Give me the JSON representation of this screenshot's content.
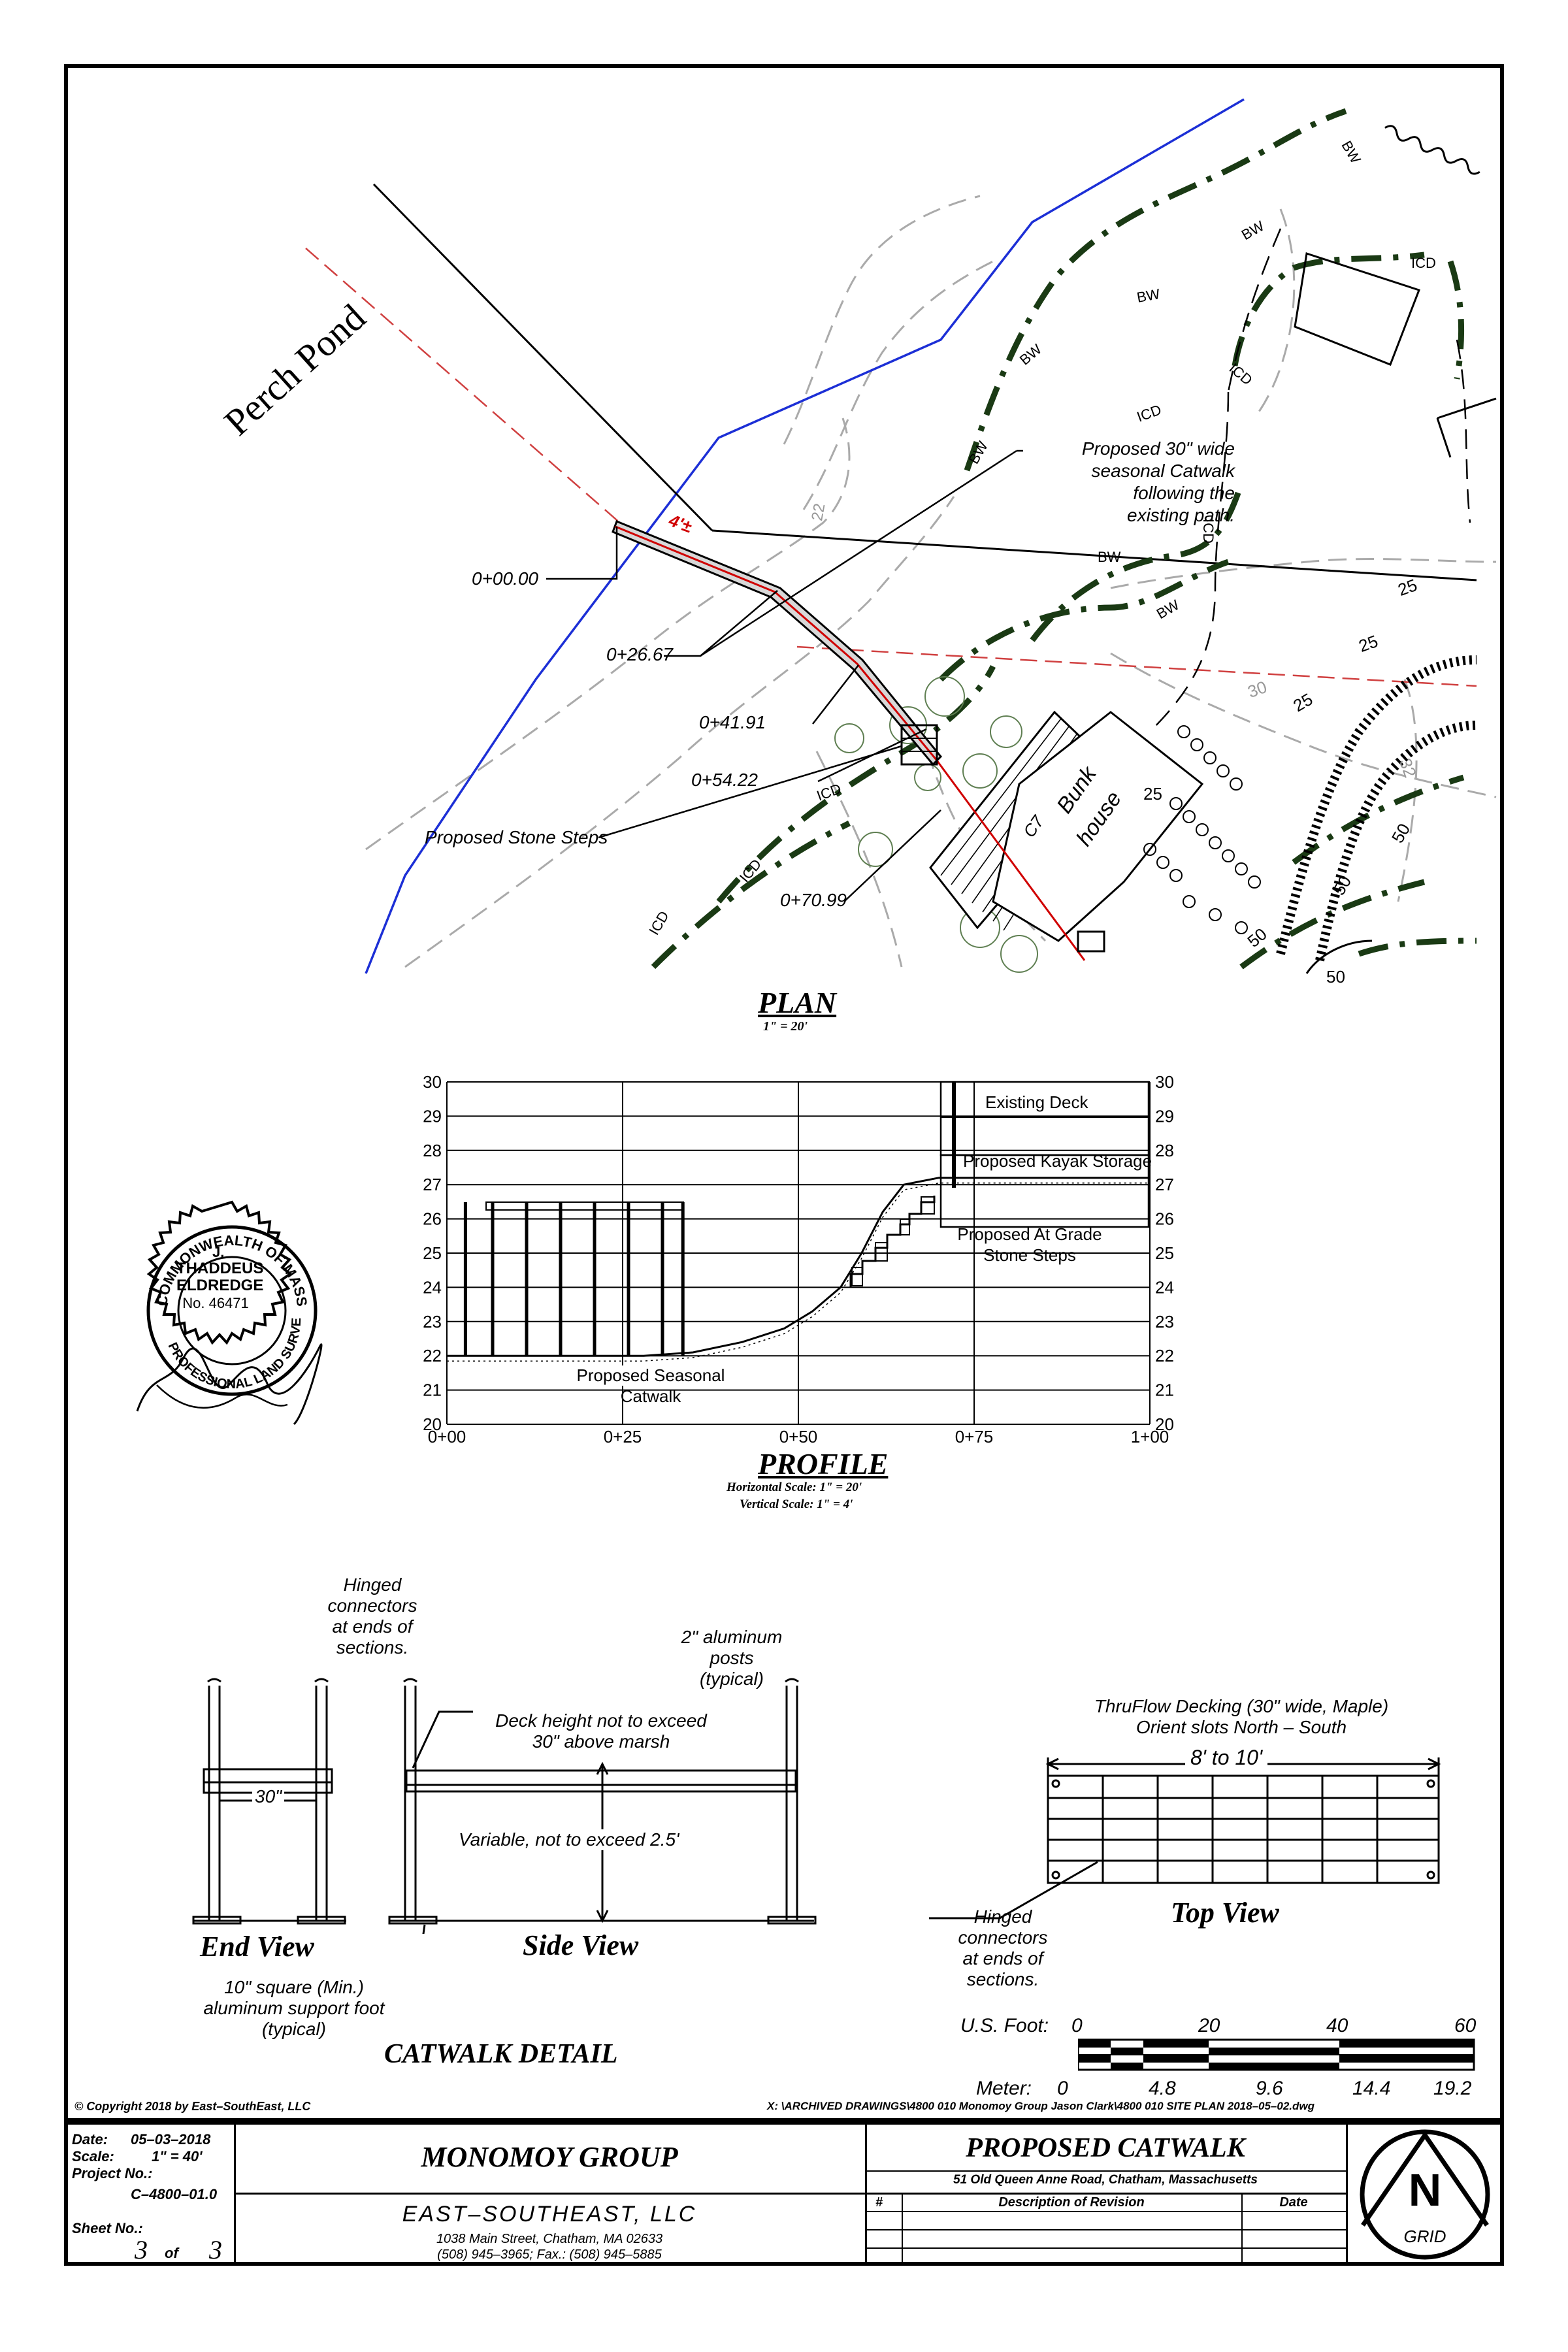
{
  "plan": {
    "pond_label": "Perch Pond",
    "callout_catwalk": "Proposed 30\" wide seasonal Catwalk following the existing path.",
    "callout_catwalk_lines": [
      "Proposed 30\" wide",
      "seasonal Catwalk",
      "following the",
      "existing path."
    ],
    "station_labels": [
      "0+00.00",
      "0+26.67",
      "0+41.91",
      "0+54.22",
      "0+70.99"
    ],
    "stone_steps_label": "Proposed Stone Steps",
    "bunkhouse_label_1": "Bunk",
    "bunkhouse_label_2": "house",
    "bunkhouse_num": "C7",
    "dim_label": "4'±",
    "contour_labels": [
      "22",
      "25",
      "25",
      "25",
      "25",
      "30",
      "32",
      "50",
      "50",
      "50",
      "50"
    ],
    "line_tags": [
      "BW",
      "BW",
      "BW",
      "BW",
      "BW",
      "BW",
      "BW",
      "ICD",
      "ICD",
      "ICD",
      "ICD",
      "ICD",
      "ICD",
      "ICD"
    ],
    "title": "PLAN",
    "scale": "1\" = 20'"
  },
  "profile": {
    "title": "PROFILE",
    "scale_h": "Horizontal Scale: 1\" = 20'",
    "scale_v": "Vertical Scale: 1\" = 4'",
    "existing_deck": "Existing Deck",
    "kayak_storage": "Proposed Kayak Storage",
    "stone_steps_1": "Proposed At Grade",
    "stone_steps_2": "Stone Steps",
    "catwalk_1": "Proposed Seasonal",
    "catwalk_2": "Catwalk"
  },
  "chart_data": {
    "type": "line",
    "title": "PROFILE",
    "xlabel": "",
    "ylabel": "",
    "x_tick_labels": [
      "0+00",
      "0+25",
      "0+50",
      "0+75",
      "1+00"
    ],
    "y_tick_labels": [
      "20",
      "21",
      "22",
      "23",
      "24",
      "25",
      "26",
      "27",
      "28",
      "29",
      "30"
    ],
    "xlim": [
      0,
      100
    ],
    "ylim": [
      20,
      30
    ],
    "grid": true,
    "series": [
      {
        "x": [
          0,
          10,
          20,
          28,
          35,
          42,
          48,
          52,
          56,
          59,
          62,
          65,
          70,
          80,
          100
        ],
        "y": [
          22,
          22,
          22,
          22,
          22.1,
          22.4,
          22.8,
          23.3,
          24,
          25,
          26.2,
          27,
          27.2,
          27.2,
          27.2
        ]
      }
    ]
  },
  "detail": {
    "title": "CATWALK DETAIL",
    "hinged_top_lines": [
      "Hinged",
      "connectors",
      "at ends of",
      "sections."
    ],
    "posts_lines": [
      "2\" aluminum",
      "posts",
      "(typical)"
    ],
    "deck_height_lines": [
      "Deck height not to exceed",
      "30\" above marsh"
    ],
    "variable": "Variable, not to exceed 2.5'",
    "end_width": "30\"",
    "end_view": "End View",
    "side_view": "Side View",
    "foot_lines": [
      "10\" square (Min.)",
      "aluminum support foot",
      "(typical)"
    ],
    "decking_lines": [
      "ThruFlow Decking (30\" wide, Maple)",
      "Orient slots North – South"
    ],
    "section_len": "8' to 10'",
    "top_view": "Top View",
    "hinged_right_lines": [
      "Hinged",
      "connectors",
      "at ends of",
      "sections."
    ]
  },
  "scale_bar": {
    "us_label": "U.S. Foot:",
    "us_ticks": [
      "0",
      "20",
      "40",
      "60"
    ],
    "m_label": "Meter:",
    "m_ticks": [
      "0",
      "4.8",
      "9.6",
      "14.4",
      "19.2"
    ]
  },
  "copyright": "Copyright 2018 by East–SouthEast, LLC",
  "file_path": "X: \\ARCHIVED DRAWINGS\\4800 010 Monomoy Group Jason Clark\\4800 010 SITE PLAN 2018–05–02.dwg",
  "seal": {
    "ring_text": "COMMONWEALTH OF MASSACHUSETTS",
    "ring_bottom": "PROFESSIONAL LAND SURVEYOR",
    "initial": "J.",
    "name_1": "THADDEUS",
    "name_2": "ELDREDGE",
    "number": "No. 46471"
  },
  "title_block": {
    "date_label": "Date:",
    "date_value": "05–03–2018",
    "scale_label": "Scale:",
    "scale_value": "1\" = 40'",
    "project_label": "Project No.:",
    "project_value": "C–4800–01.0",
    "sheet_label": "Sheet No.:",
    "sheet_num": "3",
    "sheet_of": "of",
    "sheet_total": "3",
    "client": "MONOMOY GROUP",
    "firm": "EAST–SOUTHEAST, LLC",
    "address_1": "1038 Main Street, Chatham, MA 02633",
    "address_2": "(508) 945–3965; Fax.: (508) 945–5885",
    "project_title": "PROPOSED CATWALK",
    "project_address": "51 Old Queen Anne Road, Chatham, Massachusetts",
    "rev_num": "#",
    "rev_desc": "Description of Revision",
    "rev_date": "Date",
    "north": "N",
    "grid": "GRID"
  }
}
